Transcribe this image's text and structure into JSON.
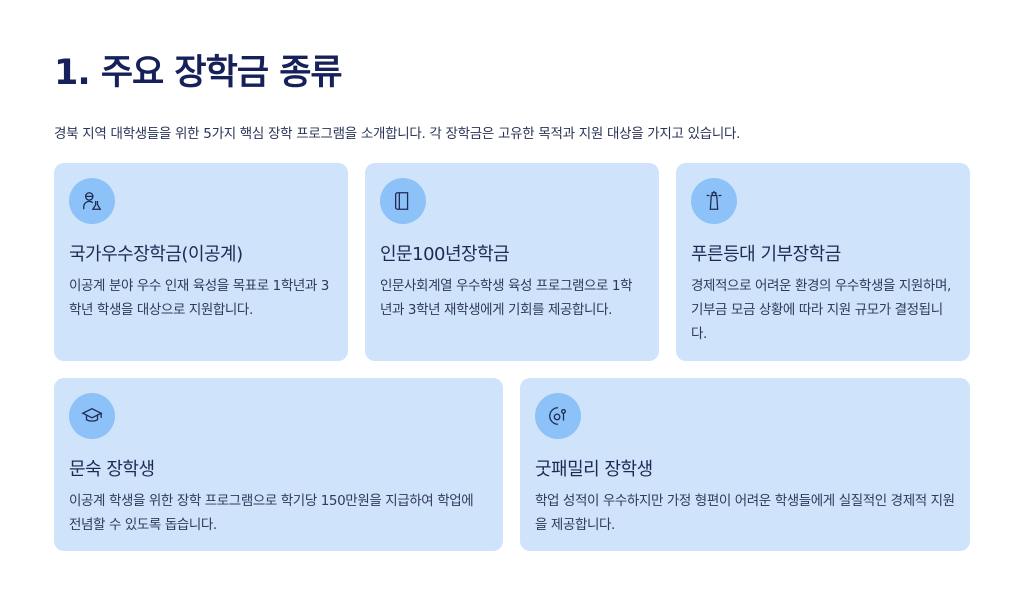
{
  "title": "1. 주요 장학금 종류",
  "subtitle": "경북 지역 대학생들을 위한 5가지 핵심 장학 프로그램을 소개합니다. 각 장학금은 고유한 목적과 지원 대상을 가지고 있습니다.",
  "cards": [
    {
      "icon": "scientist-icon",
      "title": "국가우수장학금(이공계)",
      "desc": "이공계 분야 우수 인재 육성을 목표로 1학년과 3학년 학생을 대상으로 지원합니다."
    },
    {
      "icon": "book-icon",
      "title": "인문100년장학금",
      "desc": "인문사회계열 우수학생 육성 프로그램으로 1학년과 3학년 재학생에게 기회를 제공합니다."
    },
    {
      "icon": "lighthouse-icon",
      "title": "푸른등대 기부장학금",
      "desc": "경제적으로 어려운 환경의 우수학생을 지원하며, 기부금 모금 상황에 따라 지원 규모가 결정됩니다."
    },
    {
      "icon": "graduation-cap-icon",
      "title": "문숙 장학생",
      "desc": "이공계 학생을 위한 장학 프로그램으로 학기당 150만원을 지급하여 학업에 전념할 수 있도록 돕습니다."
    },
    {
      "icon": "family-icon",
      "title": "굿패밀리 장학생",
      "desc": "학업 성적이 우수하지만 가정 형편이 어려운 학생들에게 실질적인 경제적 지원을 제공합니다."
    }
  ],
  "colors": {
    "card": "#cfe3fb",
    "circle": "#8cc2f8",
    "title": "#16215a"
  }
}
